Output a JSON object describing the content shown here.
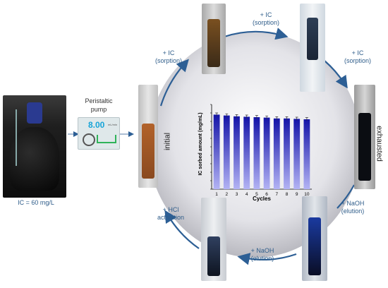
{
  "feed": {
    "label": "IC = 60 mg/L"
  },
  "pump": {
    "label_line1": "Peristaltic",
    "label_line2": "pump",
    "display_value": "8.00",
    "display_unit": "mL/min"
  },
  "cycle_labels": {
    "initial": "initial",
    "exhausted": "exhausted",
    "ic_sorption_1": {
      "line1": "+ IC",
      "line2": "(sorption)"
    },
    "ic_sorption_2": {
      "line1": "+ IC",
      "line2": "(sorption)"
    },
    "ic_sorption_3": {
      "line1": "+ IC",
      "line2": "(sorption)"
    },
    "naoh_elution_1": {
      "line1": "+ NaOH",
      "line2": "(elution)"
    },
    "naoh_elution_2": {
      "line1": "+ NaOH",
      "line2": "(elution)"
    },
    "hcl_activation": {
      "line1": "+ HCl",
      "line2": "activation"
    }
  },
  "colors": {
    "arrow": "#2d5f95",
    "bar_top": "#1414a8",
    "bar_bottom": "#a9a9f2",
    "label": "#2f5d8a"
  },
  "chart_data": {
    "type": "bar",
    "categories": [
      "1",
      "2",
      "3",
      "4",
      "5",
      "6",
      "7",
      "8",
      "9",
      "10"
    ],
    "values": [
      17.6,
      17.4,
      17.2,
      17.1,
      17.0,
      16.9,
      16.7,
      16.7,
      16.6,
      16.5
    ],
    "errors": [
      0.4,
      0.4,
      0.4,
      0.4,
      0.4,
      0.4,
      0.4,
      0.4,
      0.4,
      0.4
    ],
    "xlabel": "Cycles",
    "ylabel": "IC sorbed amount (mg/mL)",
    "ylim": [
      0,
      20
    ],
    "yticks": [
      "0",
      "2",
      "4",
      "6",
      "8",
      "10",
      "12",
      "14",
      "16",
      "18",
      "20"
    ],
    "grid": false
  }
}
